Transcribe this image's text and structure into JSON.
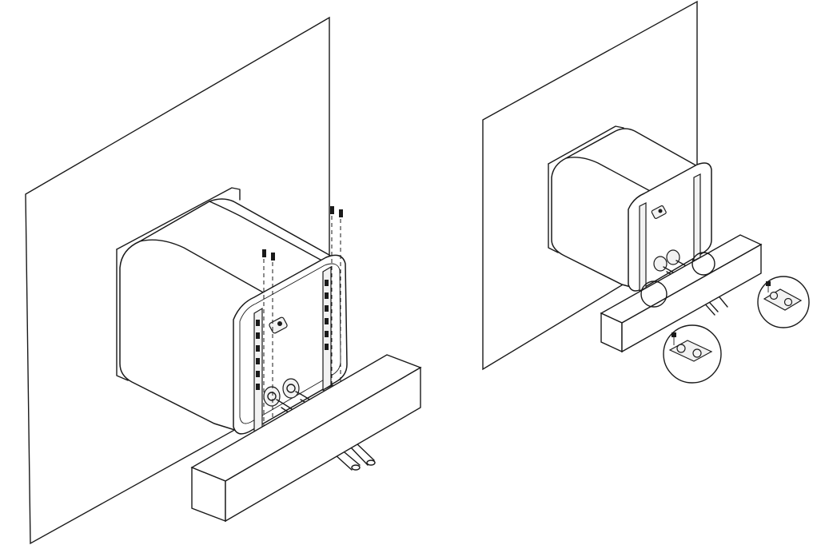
{
  "figures": [
    {
      "id": "before",
      "step": "screws-aligned-above-brackets"
    },
    {
      "id": "after",
      "step": "installed-on-support-beam",
      "detail_callouts": 2
    }
  ],
  "colors": {
    "line": "#1a1a1a",
    "background": "#ffffff",
    "shade": "#f2f2f2"
  }
}
